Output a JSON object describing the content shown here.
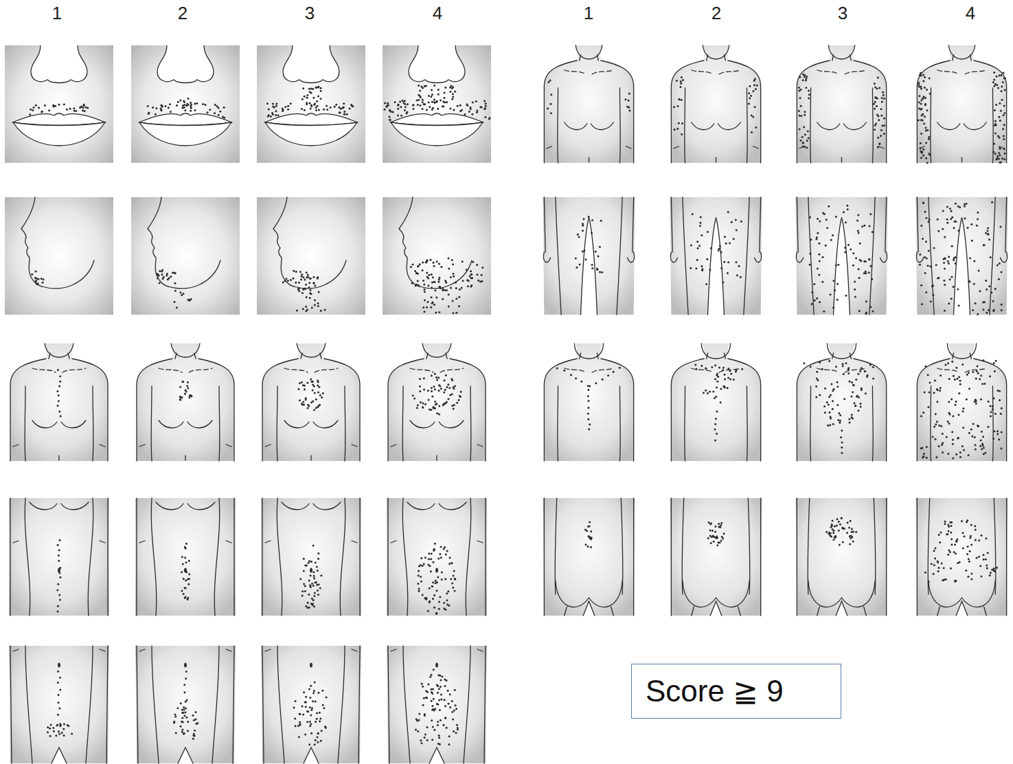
{
  "diagram": {
    "nodes": [
      {
        "text": [
          "Score ≧ 9"
        ]
      }
    ],
    "labels": [
      "1",
      "2",
      "3",
      "4",
      "1",
      "2",
      "3",
      "4"
    ]
  }
}
